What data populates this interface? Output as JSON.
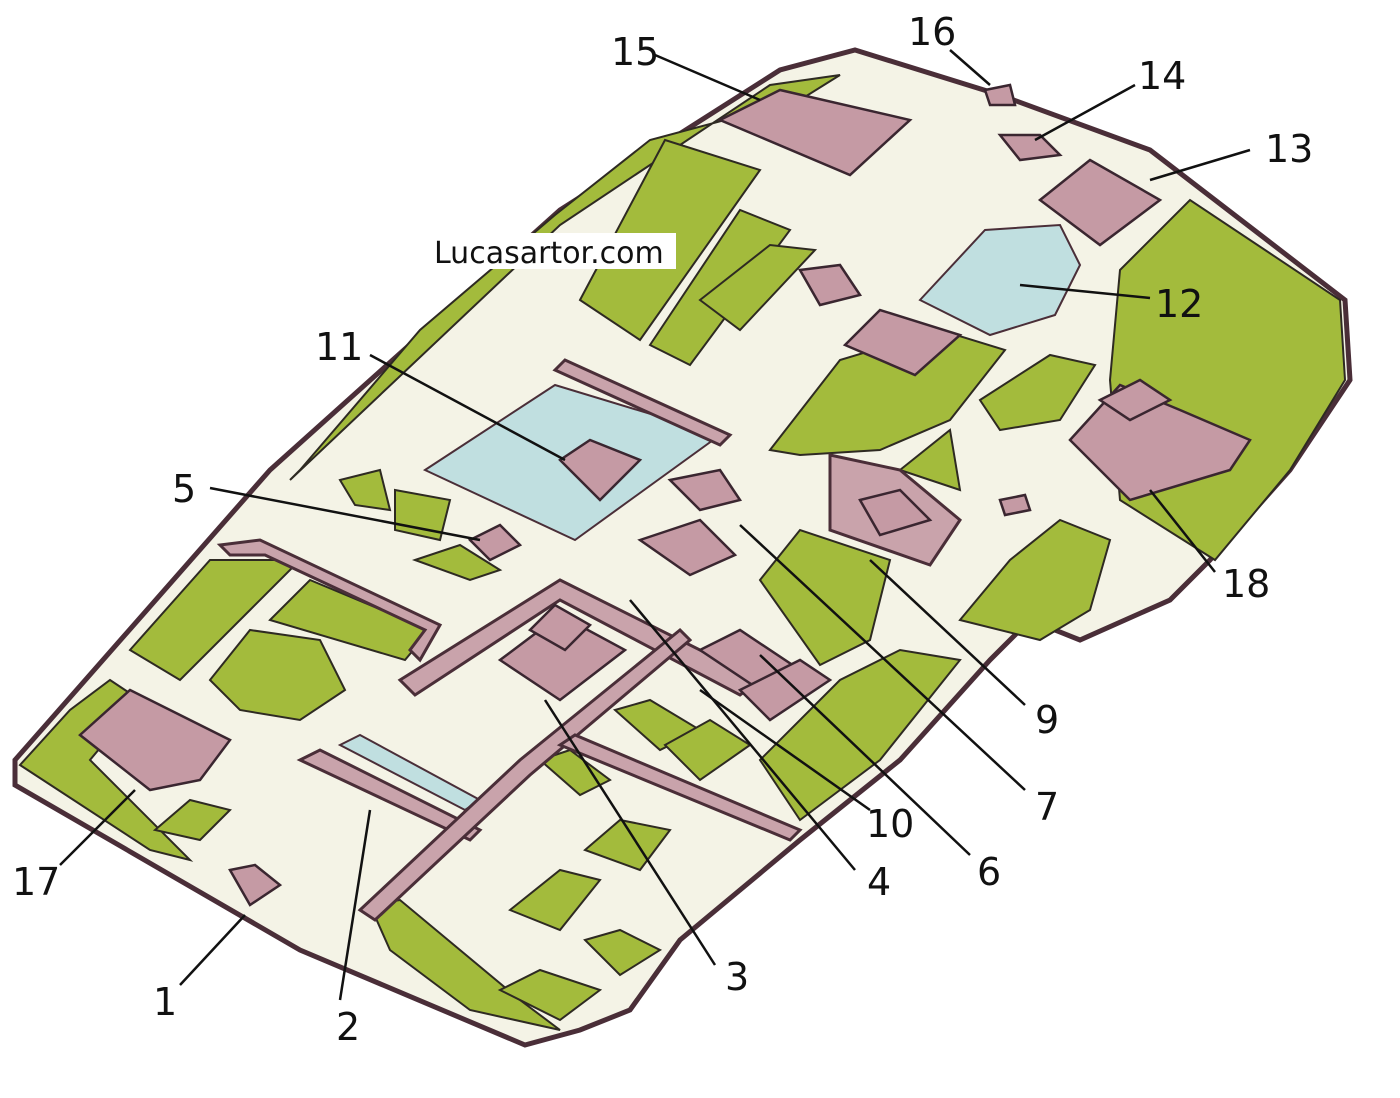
{
  "watermark": "Lucasartor.com",
  "colors": {
    "ground": "#f4f3e6",
    "green": "#a3bb3c",
    "wall": "#c9a3ab",
    "water": "#c0dfe0",
    "outline": "#4a2e38"
  },
  "labels": {
    "l1": "1",
    "l2": "2",
    "l3": "3",
    "l4": "4",
    "l5": "5",
    "l6": "6",
    "l7": "7",
    "l9": "9",
    "l10": "10",
    "l11": "11",
    "l12": "12",
    "l13": "13",
    "l14": "14",
    "l15": "15",
    "l16": "16",
    "l17": "17",
    "l18": "18"
  }
}
